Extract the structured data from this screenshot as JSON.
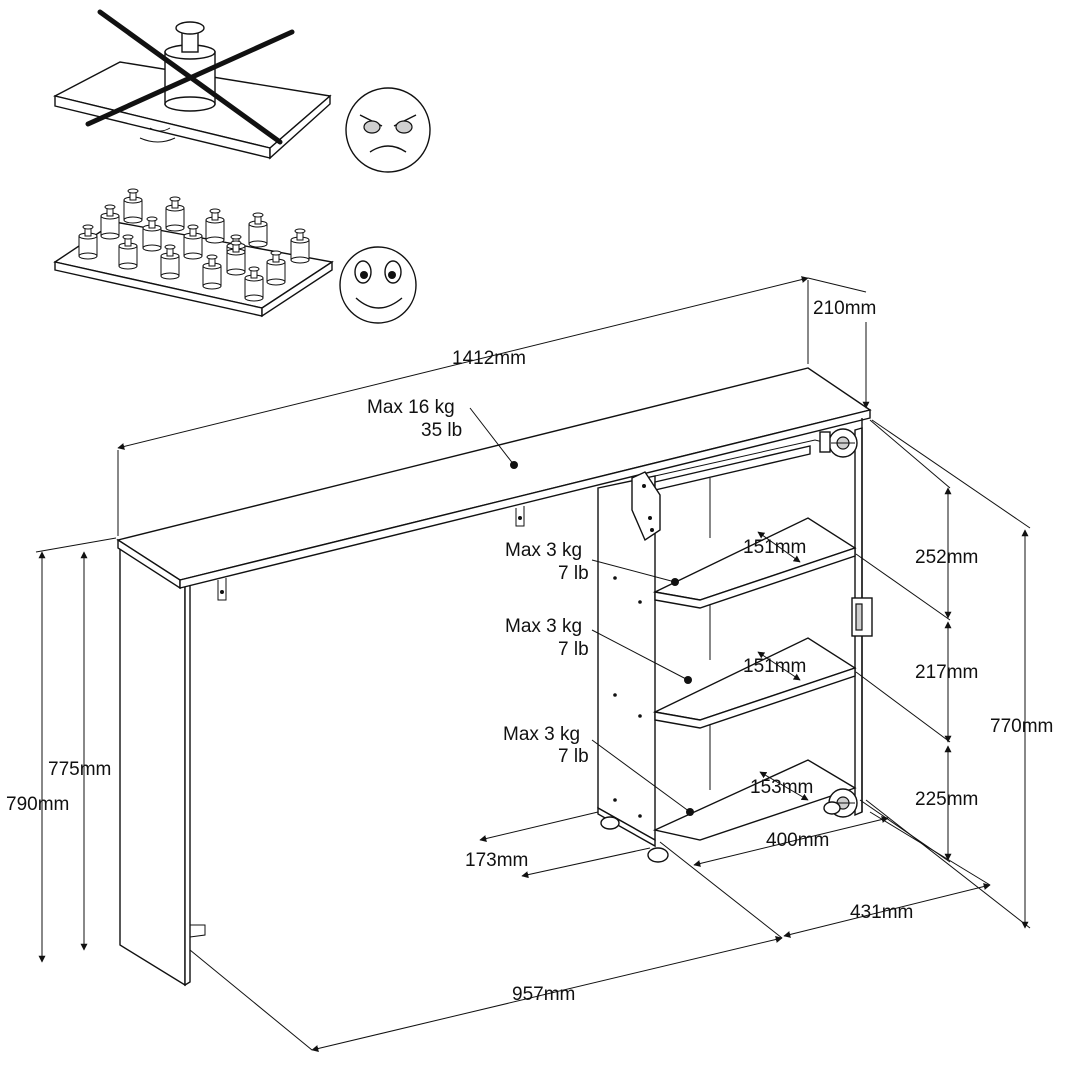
{
  "dimensions": {
    "width": "1412mm",
    "depth_top": "210mm",
    "height_outer": "790mm",
    "height_inner": "775mm",
    "height_side": "770mm",
    "length_base": "957mm",
    "depth_side": "431mm",
    "unit_width": "400mm",
    "base_offset": "173mm",
    "shelf_gap_1": "252mm",
    "shelf_gap_2": "217mm",
    "shelf_gap_3": "225mm",
    "shelf_depth_1": "151mm",
    "shelf_depth_2": "151mm",
    "shelf_depth_3": "153mm"
  },
  "loads": {
    "top": {
      "kg": "Max 16 kg",
      "lb": "35 lb"
    },
    "shelf_1": {
      "kg": "Max 3 kg",
      "lb": "7 lb"
    },
    "shelf_2": {
      "kg": "Max 3 kg",
      "lb": "7 lb"
    },
    "shelf_3": {
      "kg": "Max 3 kg",
      "lb": "7 lb"
    }
  },
  "icons": {
    "bad_load": "point-load-crossed-icon",
    "good_load": "distributed-load-icon",
    "angry_face": "angry-face-icon",
    "happy_face": "happy-face-icon"
  }
}
